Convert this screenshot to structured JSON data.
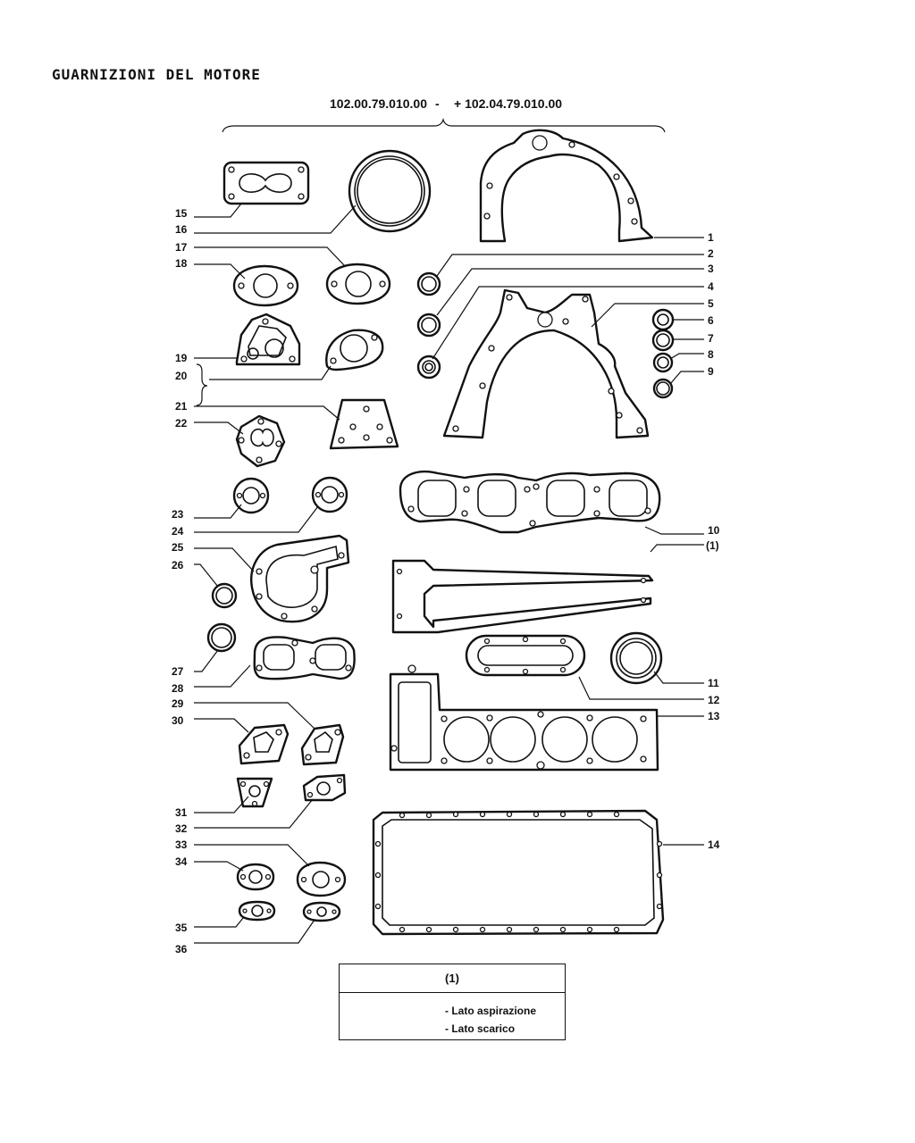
{
  "header": {
    "title": "GUARNIZIONI DEL MOTORE",
    "serial_from": "102.00.79.010.00",
    "serial_sep": "-",
    "serial_to": "+ 102.04.79.010.00"
  },
  "callouts": [
    "1",
    "2",
    "3",
    "4",
    "5",
    "6",
    "7",
    "8",
    "9",
    "10",
    "(1)",
    "11",
    "12",
    "13",
    "14",
    "15",
    "16",
    "17",
    "18",
    "19",
    "20",
    "21",
    "22",
    "23",
    "24",
    "25",
    "26",
    "27",
    "28",
    "29",
    "30",
    "31",
    "32",
    "33",
    "34",
    "35",
    "36"
  ],
  "legend": {
    "header": "(1)",
    "rows": [
      "- Lato aspirazione",
      "- Lato scarico"
    ]
  }
}
